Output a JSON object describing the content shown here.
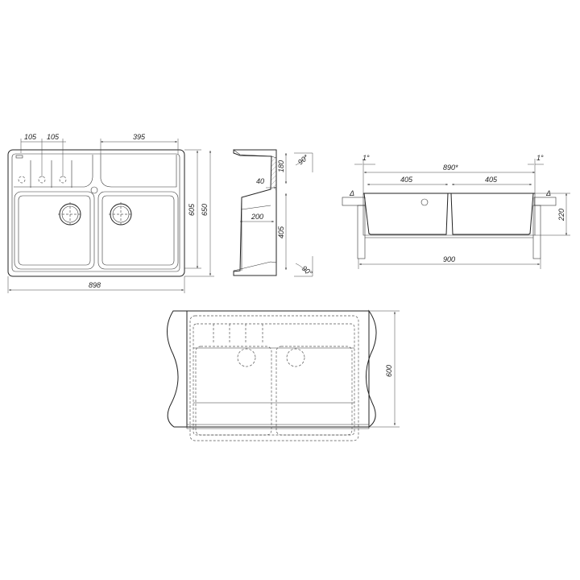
{
  "top_view": {
    "dim_left_1": "105",
    "dim_left_2": "105",
    "dim_shelf": "395",
    "dim_width": "898",
    "dim_inner_depth": "605",
    "dim_depth": "650"
  },
  "side_section": {
    "dim_180": "180",
    "dim_40": "40",
    "dim_200": "200",
    "dim_405": "405",
    "angle_top": "90°",
    "angle_bottom": "90°"
  },
  "front_section": {
    "angle_left": "1°",
    "angle_right": "1°",
    "dim_opening": "890*",
    "dim_bowl_left": "405",
    "dim_bowl_right": "405",
    "dim_height": "220",
    "dim_cabinet": "900",
    "mark_left": "Δ",
    "mark_right": "Δ"
  },
  "installation_view": {
    "dim_depth": "600"
  }
}
